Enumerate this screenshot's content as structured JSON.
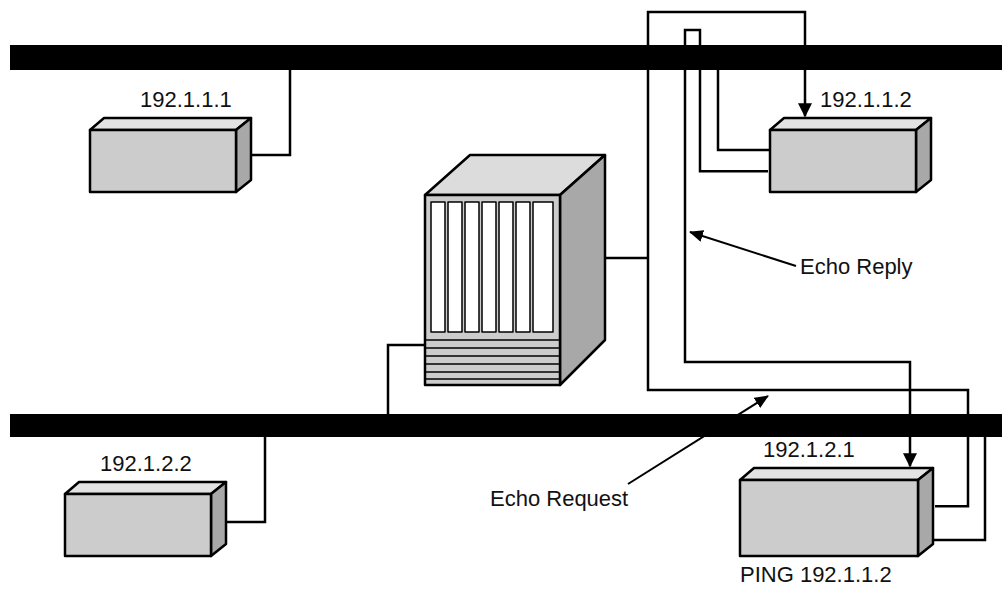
{
  "diagram": {
    "nodes": [
      {
        "text": [
          "192.1.1.1"
        ]
      },
      {
        "text": [
          "192.1.1.2"
        ]
      },
      {
        "text": [
          "192.1.2.2"
        ]
      },
      {
        "text": [
          "192.1.2.1",
          "PING 192.1.1.2"
        ]
      }
    ],
    "edges": [
      {
        "from": 3,
        "to": 1,
        "arrow": "to"
      },
      {
        "from": 1,
        "to": 3,
        "arrow": "to"
      }
    ],
    "labels": [
      "Echo Reply",
      "Echo Request"
    ]
  }
}
